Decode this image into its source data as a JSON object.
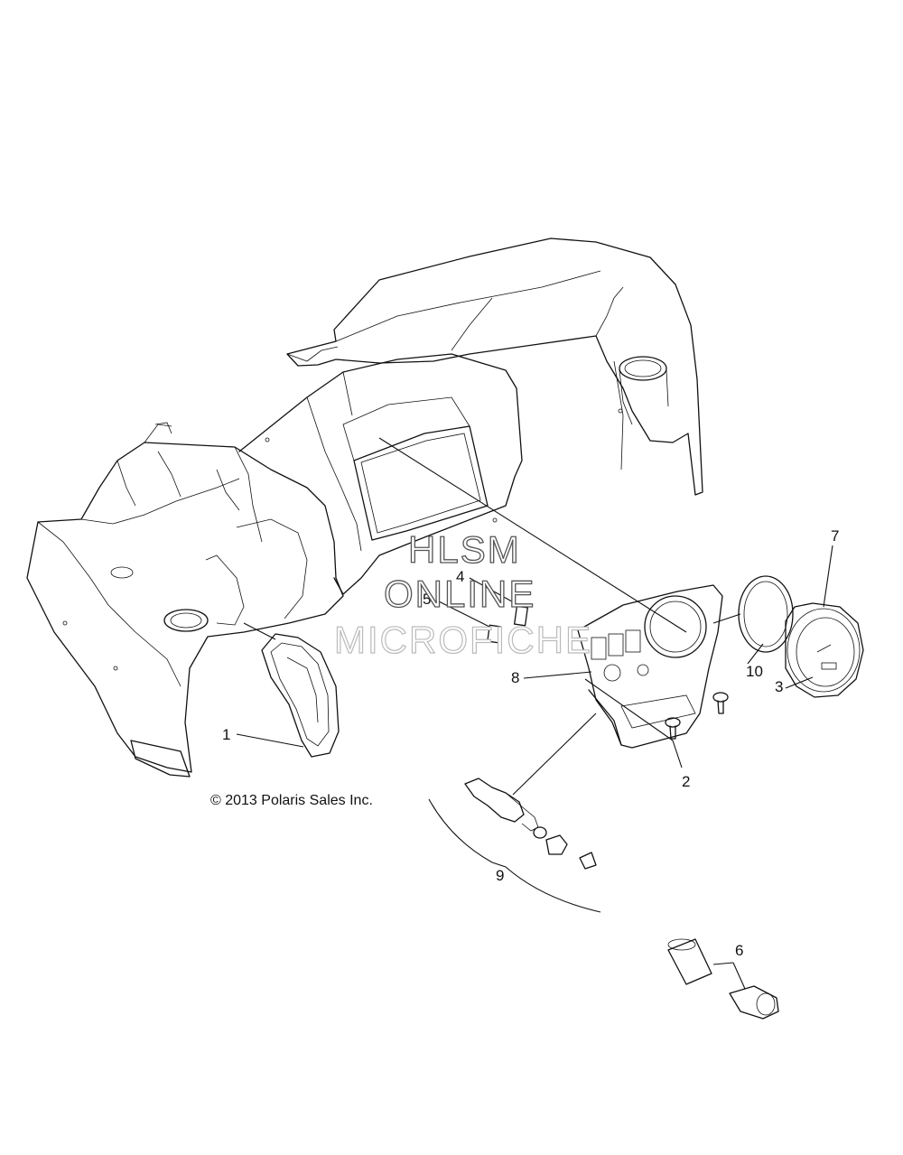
{
  "callouts": {
    "c1": "1",
    "c2": "2",
    "c3": "3",
    "c4": "4",
    "c5": "5",
    "c6": "6",
    "c7": "7",
    "c8": "8",
    "c9": "9",
    "c10": "10"
  },
  "copyright": "© 2013 Polaris Sales Inc.",
  "watermark": {
    "line1": "HLSM",
    "line2": "ONLINE",
    "line3": "MICROFICHE"
  }
}
